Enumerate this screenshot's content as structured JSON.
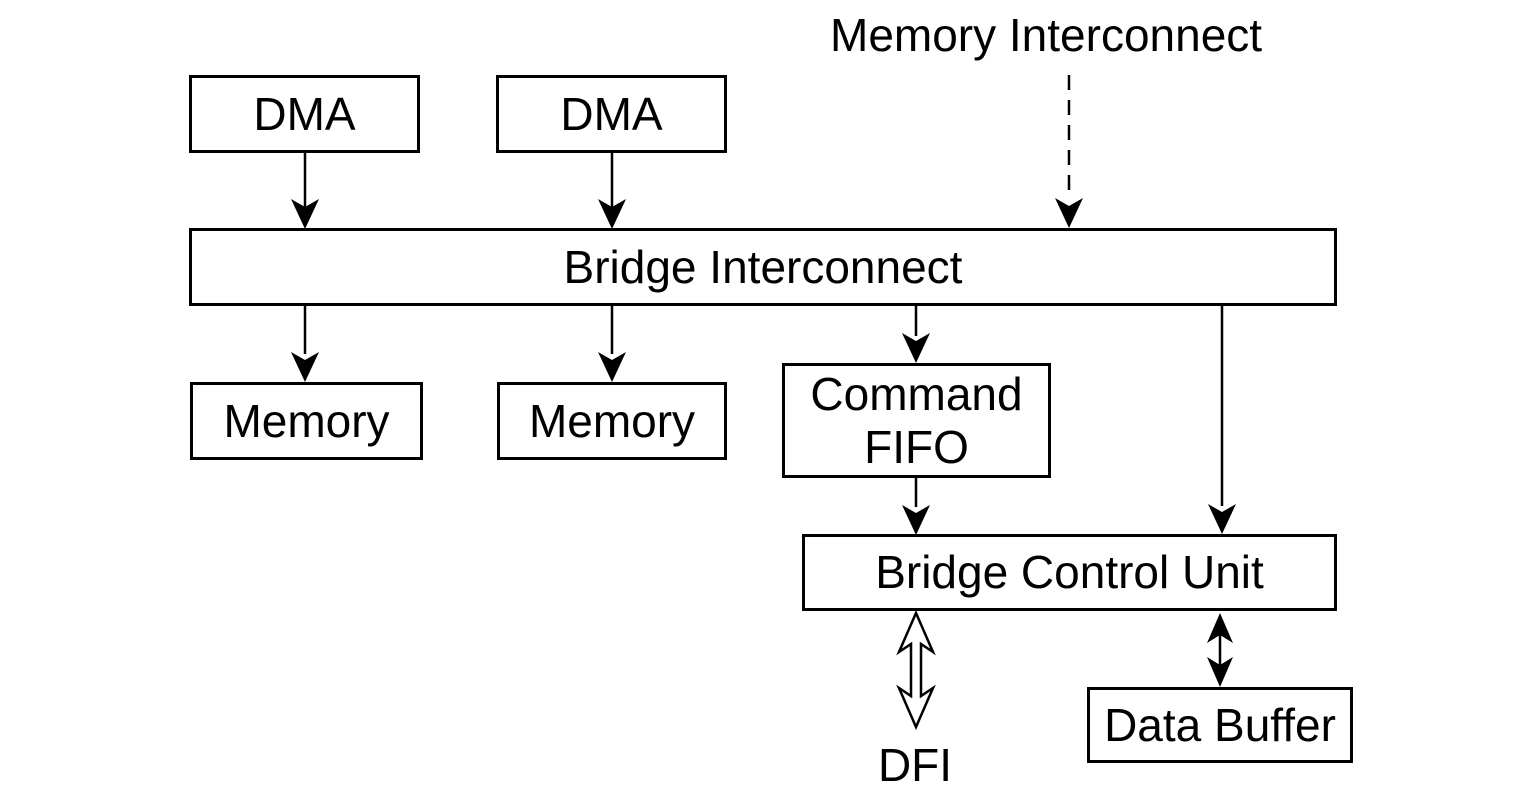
{
  "diagram": {
    "kind": "block-diagram",
    "colors": {
      "background": "#ffffff",
      "box_fill": "#ffffff",
      "line": "#000000",
      "text": "#000000"
    },
    "nodes": {
      "dma_1": {
        "label": "DMA"
      },
      "dma_2": {
        "label": "DMA"
      },
      "bridge_interconnect": {
        "label": "Bridge Interconnect"
      },
      "memory_1": {
        "label": "Memory"
      },
      "memory_2": {
        "label": "Memory"
      },
      "command_fifo": {
        "label": "Command FIFO"
      },
      "bridge_control_unit": {
        "label": "Bridge Control Unit"
      },
      "data_buffer": {
        "label": "Data Buffer"
      }
    },
    "external_labels": {
      "memory_interconnect": "Memory Interconnect",
      "dfi": "DFI"
    },
    "edges": [
      {
        "from": "dma-1",
        "to": "bridge-interconnect",
        "style": "solid-arrow",
        "direction": "down"
      },
      {
        "from": "dma-2",
        "to": "bridge-interconnect",
        "style": "solid-arrow",
        "direction": "down"
      },
      {
        "from": "memory-interconnect-label",
        "to": "bridge-interconnect",
        "style": "dashed-arrow",
        "direction": "down"
      },
      {
        "from": "bridge-interconnect",
        "to": "memory-1",
        "style": "solid-arrow",
        "direction": "down"
      },
      {
        "from": "bridge-interconnect",
        "to": "memory-2",
        "style": "solid-arrow",
        "direction": "down"
      },
      {
        "from": "bridge-interconnect",
        "to": "command-fifo",
        "style": "solid-arrow",
        "direction": "down"
      },
      {
        "from": "bridge-interconnect",
        "to": "bridge-control-unit",
        "style": "solid-arrow",
        "direction": "down"
      },
      {
        "from": "command-fifo",
        "to": "bridge-control-unit",
        "style": "solid-arrow",
        "direction": "down"
      },
      {
        "from": "bridge-control-unit",
        "to": "dfi-label",
        "style": "hollow-double-arrow",
        "direction": "both"
      },
      {
        "from": "bridge-control-unit",
        "to": "data-buffer",
        "style": "filled-double-arrow",
        "direction": "both"
      }
    ]
  }
}
